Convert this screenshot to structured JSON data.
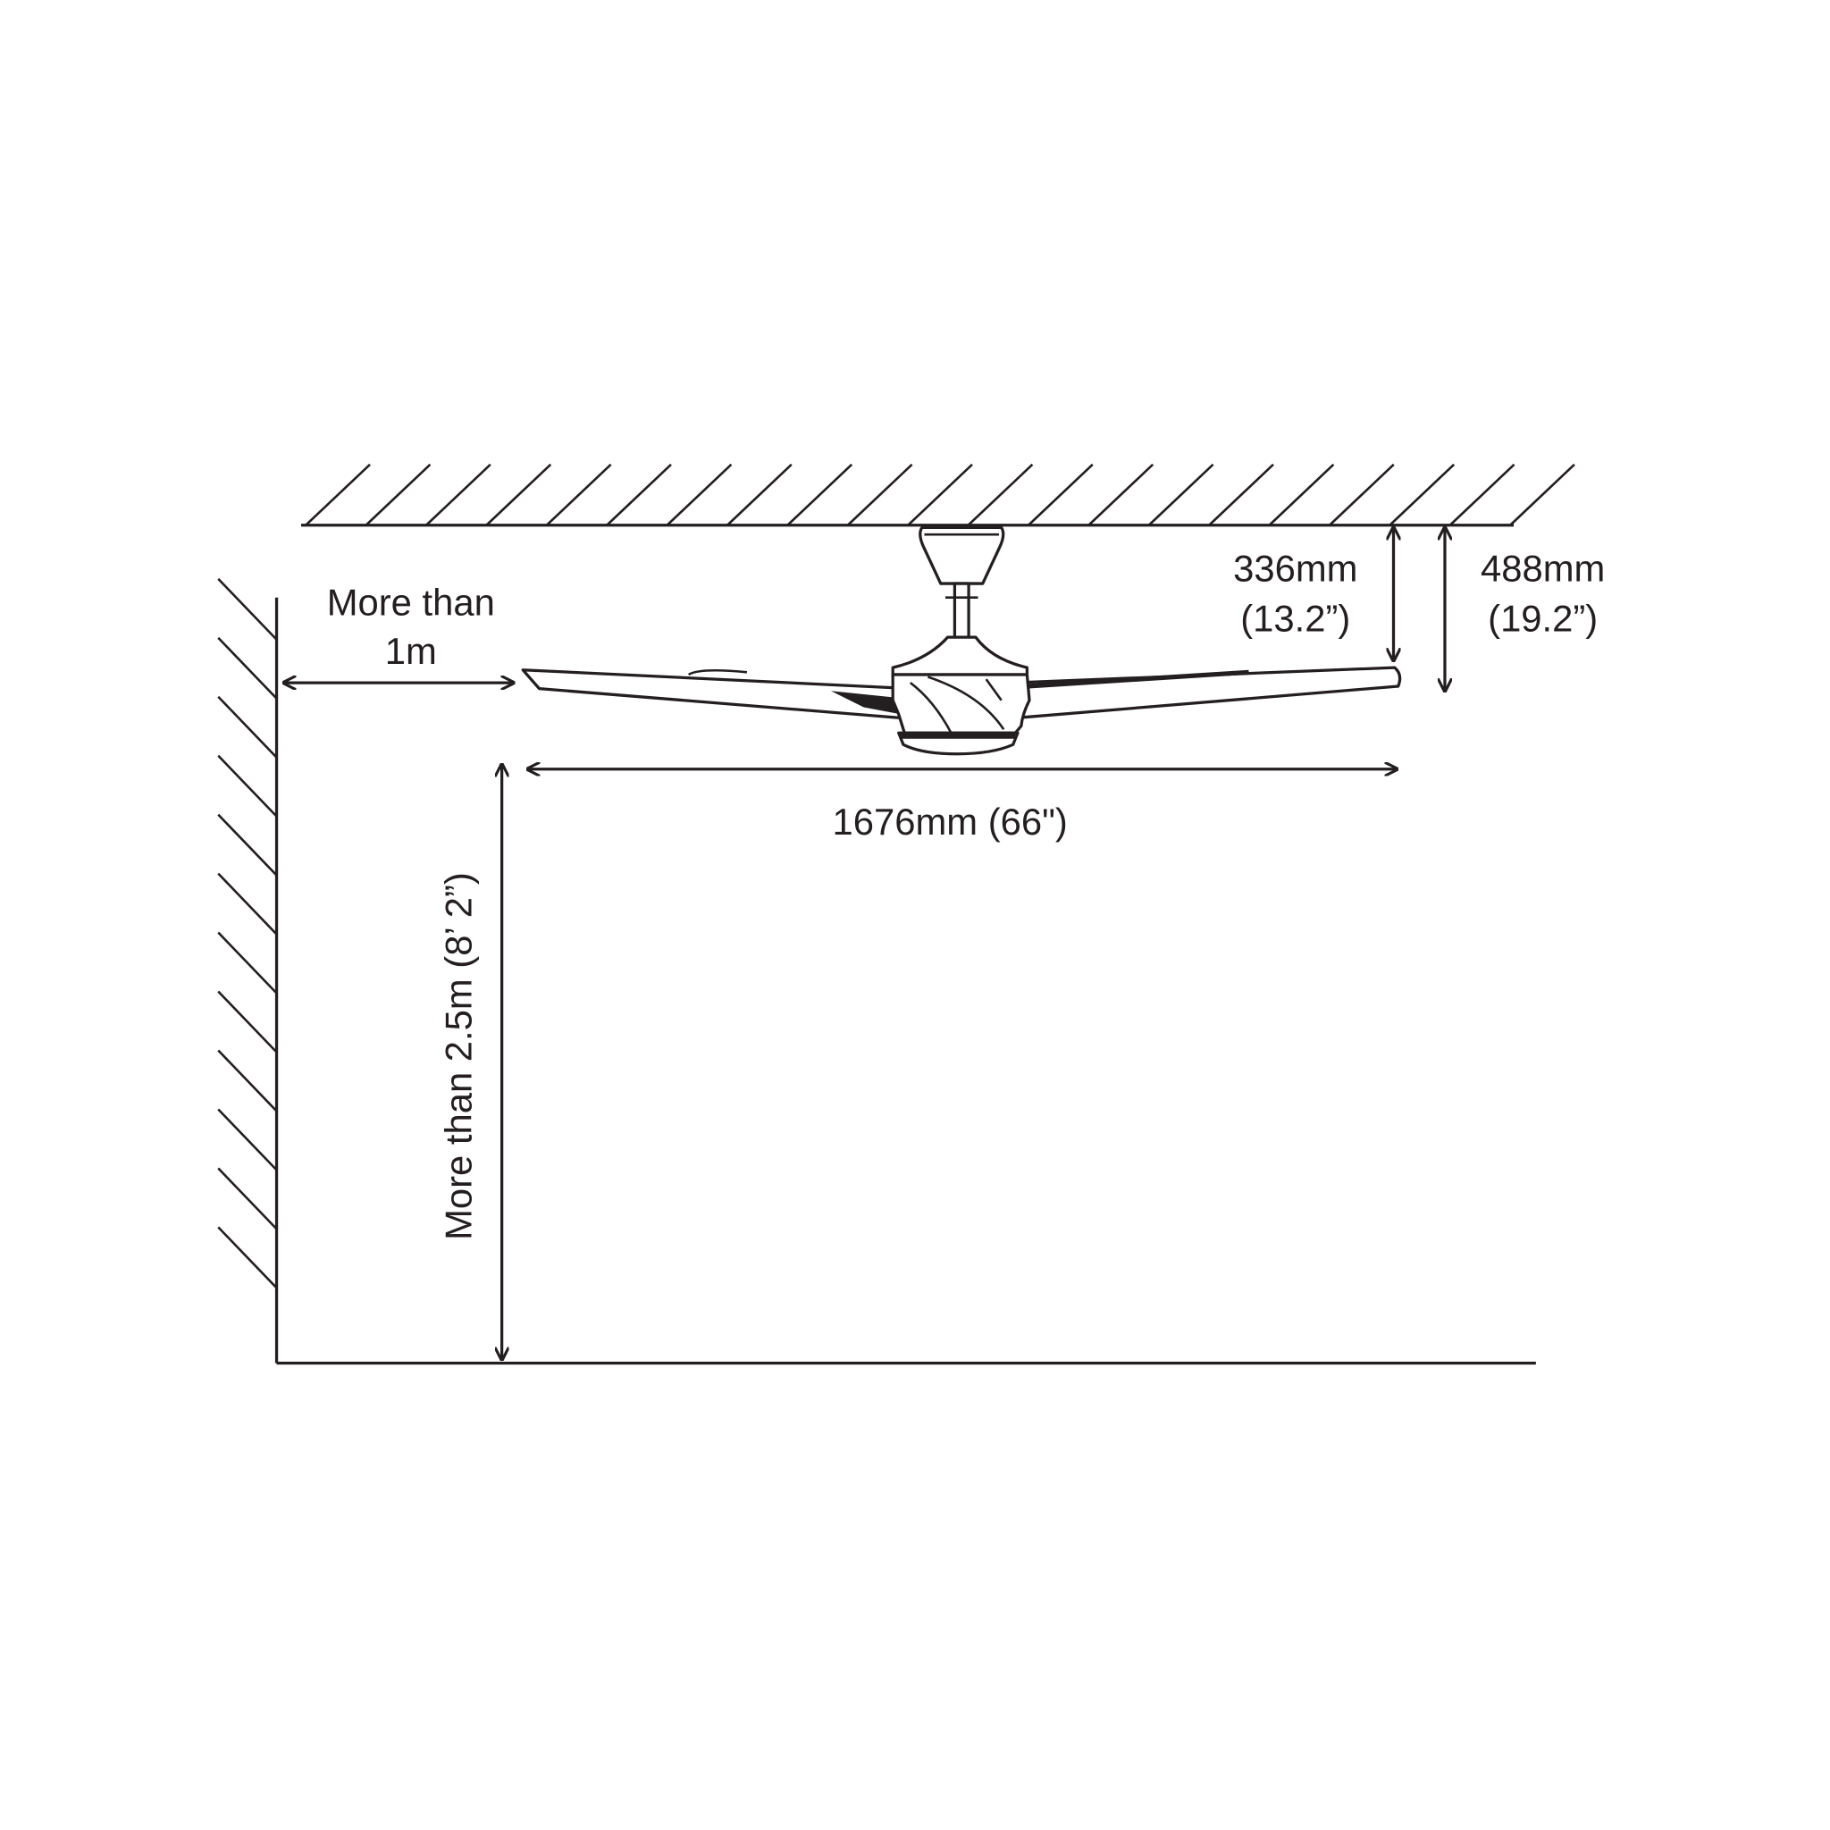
{
  "labels": {
    "wall_clearance_line1": "More than",
    "wall_clearance_line2": "1m",
    "floor_clearance": "More than 2.5m (8’ 2”)",
    "blade_span": "1676mm (66\")",
    "drop_short_mm": "336mm",
    "drop_short_in": "(13.2”)",
    "drop_long_mm": "488mm",
    "drop_long_in": "(19.2”)"
  },
  "colors": {
    "line": "#231f20",
    "background": "#ffffff"
  }
}
